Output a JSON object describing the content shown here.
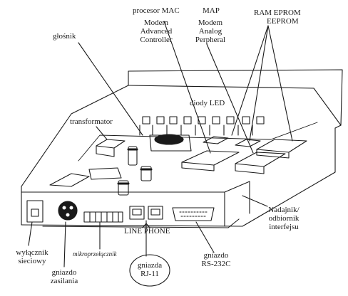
{
  "labels": {
    "glosnik": "głośnik",
    "procesor": "procesor MAC",
    "mac": [
      "Modem",
      "Advanced",
      "Controller"
    ],
    "map_title": "MAP",
    "map": [
      "Modem",
      "Analog",
      "Perpheral"
    ],
    "ram1": "RAM EPROM",
    "ram2": "EEPROM",
    "diody": "diody LED",
    "transformator": "transformator",
    "line_phone": "LINE PHONE",
    "wylacznik": [
      "wyłącznik",
      "sieciowy"
    ],
    "mikro": "mikroprzełącznik",
    "gniazdo_zasilania": [
      "gniazdo",
      "zasilania"
    ],
    "gniazda_rj": [
      "gniazda",
      "RJ-11"
    ],
    "gniazdo_rs": [
      "gniazdo",
      "RS-232C"
    ],
    "nadajnik": [
      "Nadajnik/",
      "odbiornik",
      "interfejsu"
    ]
  },
  "colors": {
    "ink": "#1a1a1a",
    "paper": "#ffffff"
  }
}
